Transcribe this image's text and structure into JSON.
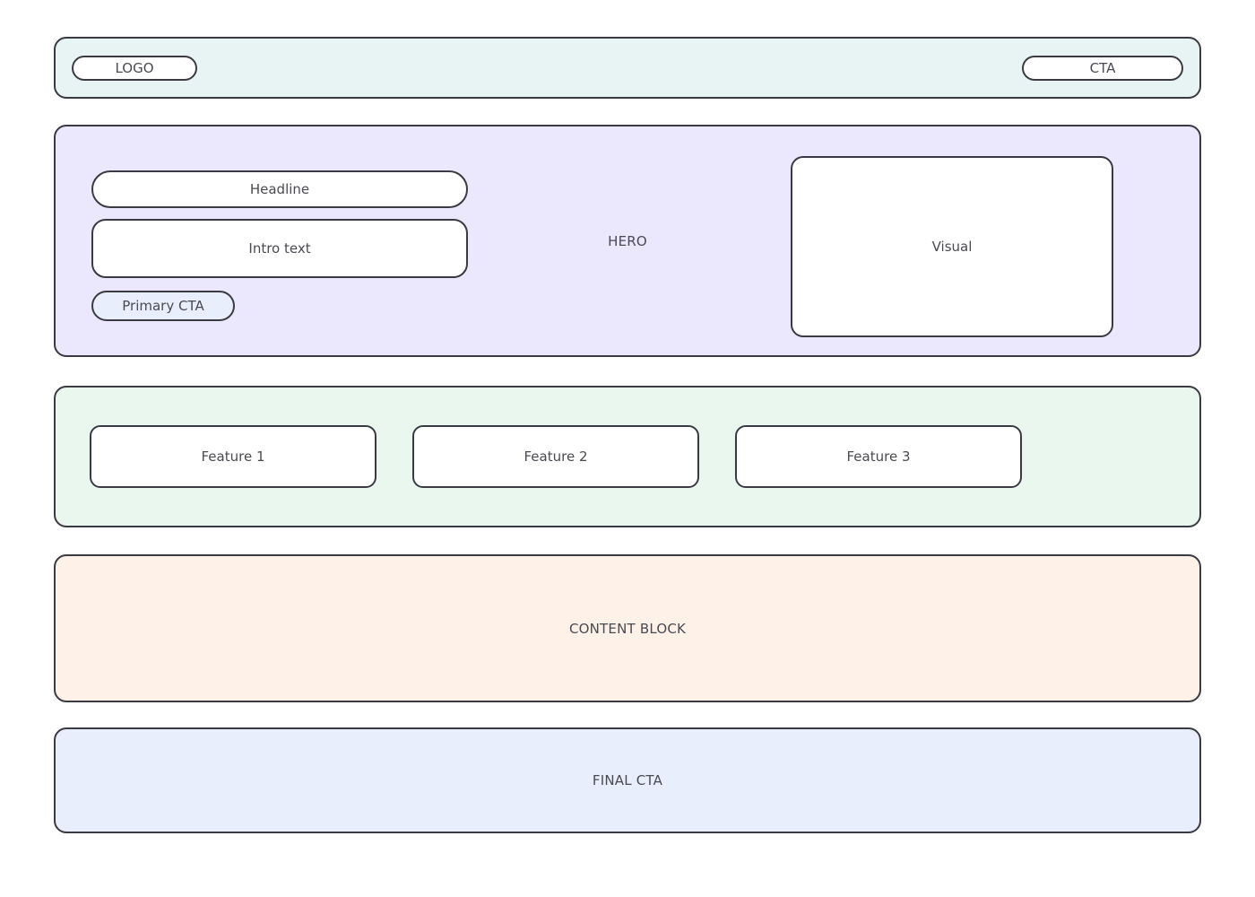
{
  "colors": {
    "header_band": "#e8f4f4",
    "hero_band": "#ebe8fd",
    "features_band": "#eaf7ee",
    "content_band": "#fdf1e8",
    "final_cta_band": "#e8eefc",
    "cta_fill": "#e8eefc",
    "box_fill": "#ffffff",
    "stroke": "#3a3a42",
    "text": "#4a4a52",
    "page_background": "#ffffff"
  },
  "header": {
    "logo_label": "LOGO",
    "cta_label": "CTA"
  },
  "hero": {
    "section_label": "HERO",
    "headline_label": "Headline",
    "intro_label": "Intro text",
    "primary_cta_label": "Primary CTA",
    "visual_label": "Visual"
  },
  "features": {
    "cards": [
      {
        "label": "Feature 1"
      },
      {
        "label": "Feature 2"
      },
      {
        "label": "Feature 3"
      }
    ]
  },
  "content": {
    "label": "CONTENT BLOCK"
  },
  "final_cta": {
    "label": "FINAL CTA"
  }
}
